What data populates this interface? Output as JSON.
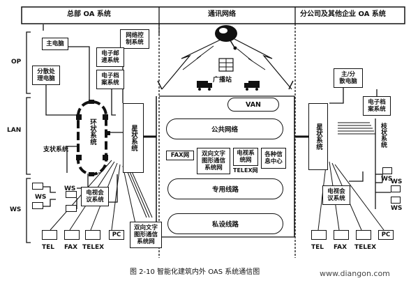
{
  "header": {
    "left": "总部 OA 系统",
    "center": "通讯网络",
    "right": "分公司及其他企业 OA 系统"
  },
  "row_labels": {
    "op": "OP",
    "lan": "LAN",
    "ws": "WS"
  },
  "hq": {
    "main_computer": "主电脑",
    "distributed_computer": "分散处\n理电脑",
    "network_control": "网络控\n制系统",
    "email_system": "电子邮\n递系统",
    "eliable_archive": "电子档\n案系统",
    "ring_system": "环状系统",
    "star_system": "星状系统",
    "branch_system": "支状系统",
    "video_conf": "电视会\n议系统",
    "bidir_text": "双向文字\n图形通信\n系统网",
    "ws1": "WS",
    "ws2": "WS",
    "terminals": [
      "TEL",
      "FAX",
      "TELEX",
      "PC"
    ]
  },
  "network": {
    "broadcast": "广播站",
    "van": "VAN",
    "public": "公共网络",
    "fax": "FAX网",
    "bidir": "双向文字\n图形通信\n系统网",
    "telex": "电视系\n统网",
    "telex_label": "TELEX网",
    "info_center": "各种信\n息中心",
    "dedicated": "专用线路",
    "private": "私设线路"
  },
  "branch": {
    "main_sub": "主/分\n散电脑",
    "archive": "电子档\n案系统",
    "star": "星状系统",
    "branch_label": "枝状系统",
    "video_conf": "电视会\n议系统",
    "ws": [
      "WS",
      "WS",
      "WS"
    ],
    "terminals": [
      "TEL",
      "FAX",
      "TELEX",
      "PC"
    ]
  },
  "caption": "图 2-10 智能化建筑内外 OAS 系统通信图",
  "watermark": "www.diangon.com"
}
